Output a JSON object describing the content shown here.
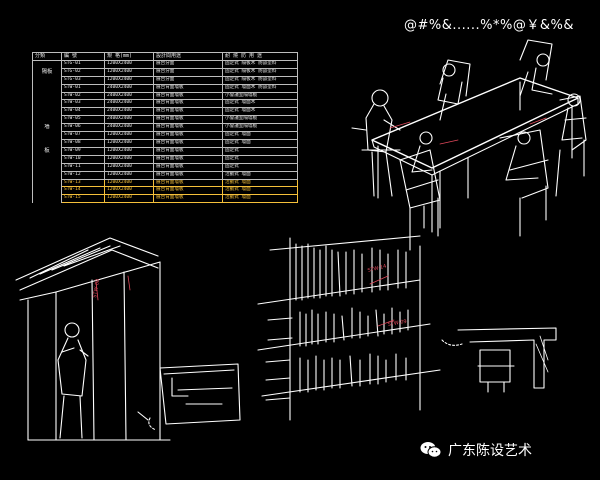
{
  "header_code": "@#%&......%*%@￥&%&",
  "schedule": {
    "columns": [
      "分類",
      "編 號",
      "規 格(mm)",
      "設計間用途",
      "耐 燒 防 用 途"
    ],
    "rows": [
      {
        "group": "",
        "code": "STG-01",
        "spec": "1200X2400",
        "use": "展台分面",
        "note": "固定式 隔板木 防燄塗料"
      },
      {
        "group": "隔板",
        "code": "STG-02",
        "spec": "1200X2400",
        "use": "展台分面",
        "note": "固定式 隔板木 防燄塗料"
      },
      {
        "group": "",
        "code": "STG-03",
        "spec": "1200X2400",
        "use": "展台分面",
        "note": "固定式 隔板木 防燄塗料"
      },
      {
        "group": "",
        "code": "STW-01",
        "spec": "2400X2400",
        "use": "展台背面墙板",
        "note": "固定式 墙面木 防燄塗料"
      },
      {
        "group": "",
        "code": "STW-02",
        "spec": "2400X2400",
        "use": "展台背面墙板",
        "note": "小會議室隔墙板"
      },
      {
        "group": "",
        "code": "STW-03",
        "spec": "2400X2400",
        "use": "展台背面墙板",
        "note": "固定式 墙面木"
      },
      {
        "group": "",
        "code": "STW-04",
        "spec": "2400X2400",
        "use": "展台背面墙板",
        "note": "固定式 墙面木"
      },
      {
        "group": "",
        "code": "STW-05",
        "spec": "2400X2400",
        "use": "展台背面墙板",
        "note": "小會議室隔墙板"
      },
      {
        "group": "墙",
        "code": "STW-06",
        "spec": "2400X2400",
        "use": "展台背面墙板",
        "note": "小會議室隔墙板"
      },
      {
        "group": "",
        "code": "STW-07",
        "spec": "1200X2400",
        "use": "展台背面墙板",
        "note": "固定式 墙面"
      },
      {
        "group": "",
        "code": "STW-08",
        "spec": "1200X2400",
        "use": "展台背面墙板",
        "note": "固定式 墙面"
      },
      {
        "group": "板",
        "code": "STW-09",
        "spec": "1200X2400",
        "use": "展台背面墙板",
        "note": "固定式"
      },
      {
        "group": "",
        "code": "STW-10",
        "spec": "1200X2400",
        "use": "展台背面墙板",
        "note": "固定式"
      },
      {
        "group": "",
        "code": "STW-11",
        "spec": "1200X2400",
        "use": "展台背面墙板",
        "note": "固定式"
      },
      {
        "group": "",
        "code": "STW-12",
        "spec": "1200X2400",
        "use": "展台背面墙板",
        "note": "活動式 墙面"
      },
      {
        "group": "",
        "code": "STW-13",
        "spec": "1200X2400",
        "use": "展台背面墙板",
        "note": "活動式 墙面",
        "highlight": true
      },
      {
        "group": "",
        "code": "STW-14",
        "spec": "1200X2400",
        "use": "展台背面墙板",
        "note": "活動式 墙面",
        "highlight": true
      },
      {
        "group": "",
        "code": "STW-15",
        "spec": "1200X2400",
        "use": "展台背面墙板",
        "note": "活動式 墙面",
        "highlight": true
      }
    ]
  },
  "sketch_labels": {
    "glass_wall": "STW-08",
    "shelf_upper": "STW-14",
    "shelf_lower": "STW-09"
  },
  "footer": {
    "brand": "广东陈设艺术",
    "icon": "wechat-icon"
  },
  "colors": {
    "background": "#000000",
    "line": "#ffffff",
    "highlight": "#f5c03a",
    "annotation": "#e0485a"
  }
}
